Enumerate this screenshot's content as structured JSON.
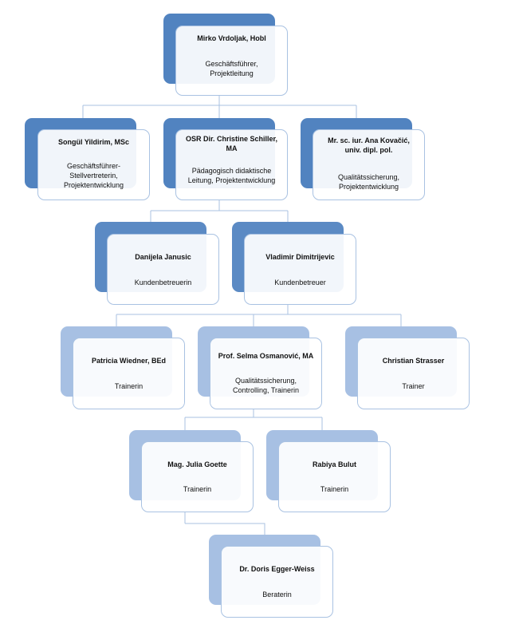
{
  "chart": {
    "connector_color": "#a9c2e2",
    "colors": {
      "level1": "#5183c0",
      "level2": "#5b8ac4",
      "level3": "#a7c0e3"
    }
  },
  "nodes": {
    "vrdoljak": {
      "name": "Mirko Vrdoljak, Hobl",
      "role": "Geschäftsführer, Projektleitung"
    },
    "yildirim": {
      "name": "Songül Yildirim, MSc",
      "role": "Geschäftsführer-Stellvertreterin, Projektentwicklung"
    },
    "schiller": {
      "name": "OSR Dir. Christine Schiller, MA",
      "role": "Pädagogisch didaktische Leitung, Projektentwicklung"
    },
    "kovacic": {
      "name": "Mr. sc. iur. Ana Kovačić, univ. dipl. pol.",
      "role": "Qualitätssicherung, Projektentwicklung"
    },
    "janusic": {
      "name": "Danijela Janusic",
      "role": "Kundenbetreuerin"
    },
    "dimitrijevic": {
      "name": "Vladimir Dimitrijevic",
      "role": "Kundenbetreuer"
    },
    "wiedner": {
      "name": "Patricia Wiedner, BEd",
      "role": "Trainerin"
    },
    "osmanovic": {
      "name": "Prof. Selma Osmanović, MA",
      "role": "Qualitätssicherung, Controlling, Trainerin"
    },
    "strasser": {
      "name": "Christian Strasser",
      "role": "Trainer"
    },
    "goette": {
      "name": "Mag. Julia Goette",
      "role": "Trainerin"
    },
    "bulut": {
      "name": "Rabiya Bulut",
      "role": "Trainerin"
    },
    "egger": {
      "name": "Dr. Doris Egger-Weiss",
      "role": "Beraterin"
    }
  }
}
